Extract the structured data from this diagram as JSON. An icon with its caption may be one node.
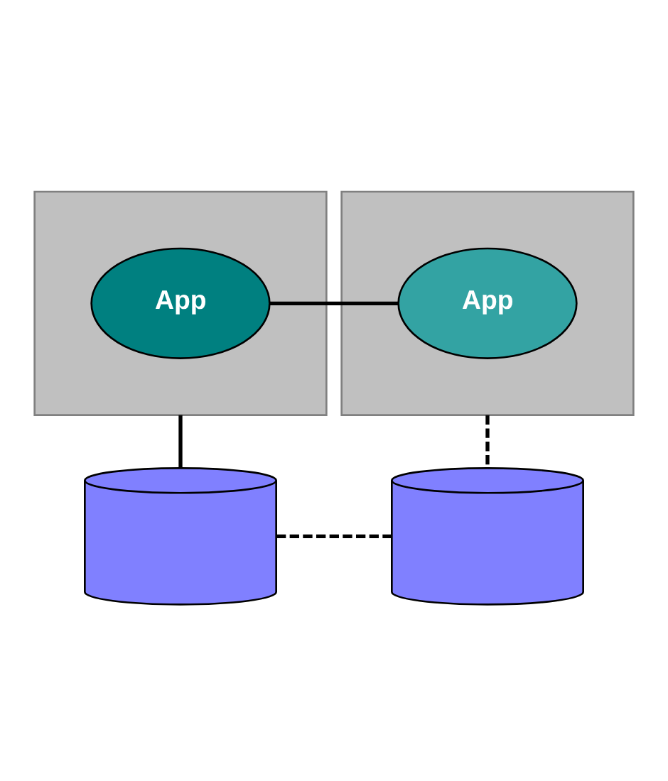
{
  "diagram": {
    "nodes": [
      {
        "text": [],
        "shape": "box"
      },
      {
        "text": [
          "App"
        ],
        "in": 0
      },
      {
        "text": [],
        "shape": "box"
      },
      {
        "text": [
          "App"
        ],
        "in": 2
      },
      {
        "text": [],
        "shape": "cylinder"
      },
      {
        "text": [],
        "shape": "cylinder"
      }
    ],
    "edges": [
      {
        "from": 1,
        "to": 3,
        "arrow": "none"
      },
      {
        "from": 0,
        "to": 4,
        "arrow": "none"
      },
      {
        "from": 2,
        "to": 5,
        "arrow": "none",
        "style": "dashed"
      },
      {
        "from": 4,
        "to": 5,
        "arrow": "none",
        "style": "dashed"
      }
    ]
  }
}
